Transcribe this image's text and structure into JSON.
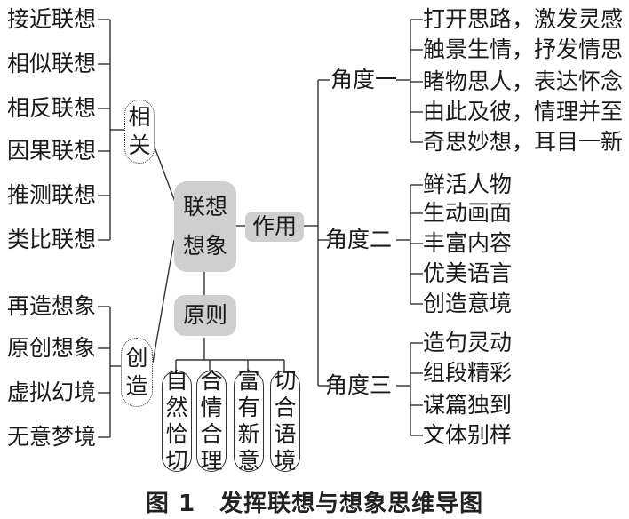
{
  "center": {
    "line1": "联想",
    "line2": "想象"
  },
  "xiangguan": {
    "c1": "相",
    "c2": "关"
  },
  "chuangzao": {
    "c1": "创",
    "c2": "造"
  },
  "zuoyong": "作用",
  "yuanze": "原则",
  "left_top_items": [
    "接近联想",
    "相似联想",
    "相反联想",
    "因果联想",
    "推测联想",
    "类比联想"
  ],
  "left_bottom_items": [
    "再造想象",
    "原创想象",
    "虚拟幻境",
    "无意梦境"
  ],
  "angles": [
    "角度一",
    "角度二",
    "角度三"
  ],
  "angle1_items": [
    "打开思路，激发灵感",
    "触景生情，抒发情思",
    "睹物思人，表达怀念",
    "由此及彼，情理并至",
    "奇思妙想，耳目一新"
  ],
  "angle2_items": [
    "鲜活人物",
    "生动画面",
    "丰富内容",
    "优美语言",
    "创造意境"
  ],
  "angle3_items": [
    "造句灵动",
    "组段精彩",
    "谋篇独到",
    "文体别样"
  ],
  "principles": [
    [
      "自",
      "然",
      "恰",
      "切"
    ],
    [
      "合",
      "情",
      "合",
      "理"
    ],
    [
      "富",
      "有",
      "新",
      "意"
    ],
    [
      "切",
      "合",
      "语",
      "境"
    ]
  ],
  "caption": "图 1　发挥联想与想象思维导图"
}
